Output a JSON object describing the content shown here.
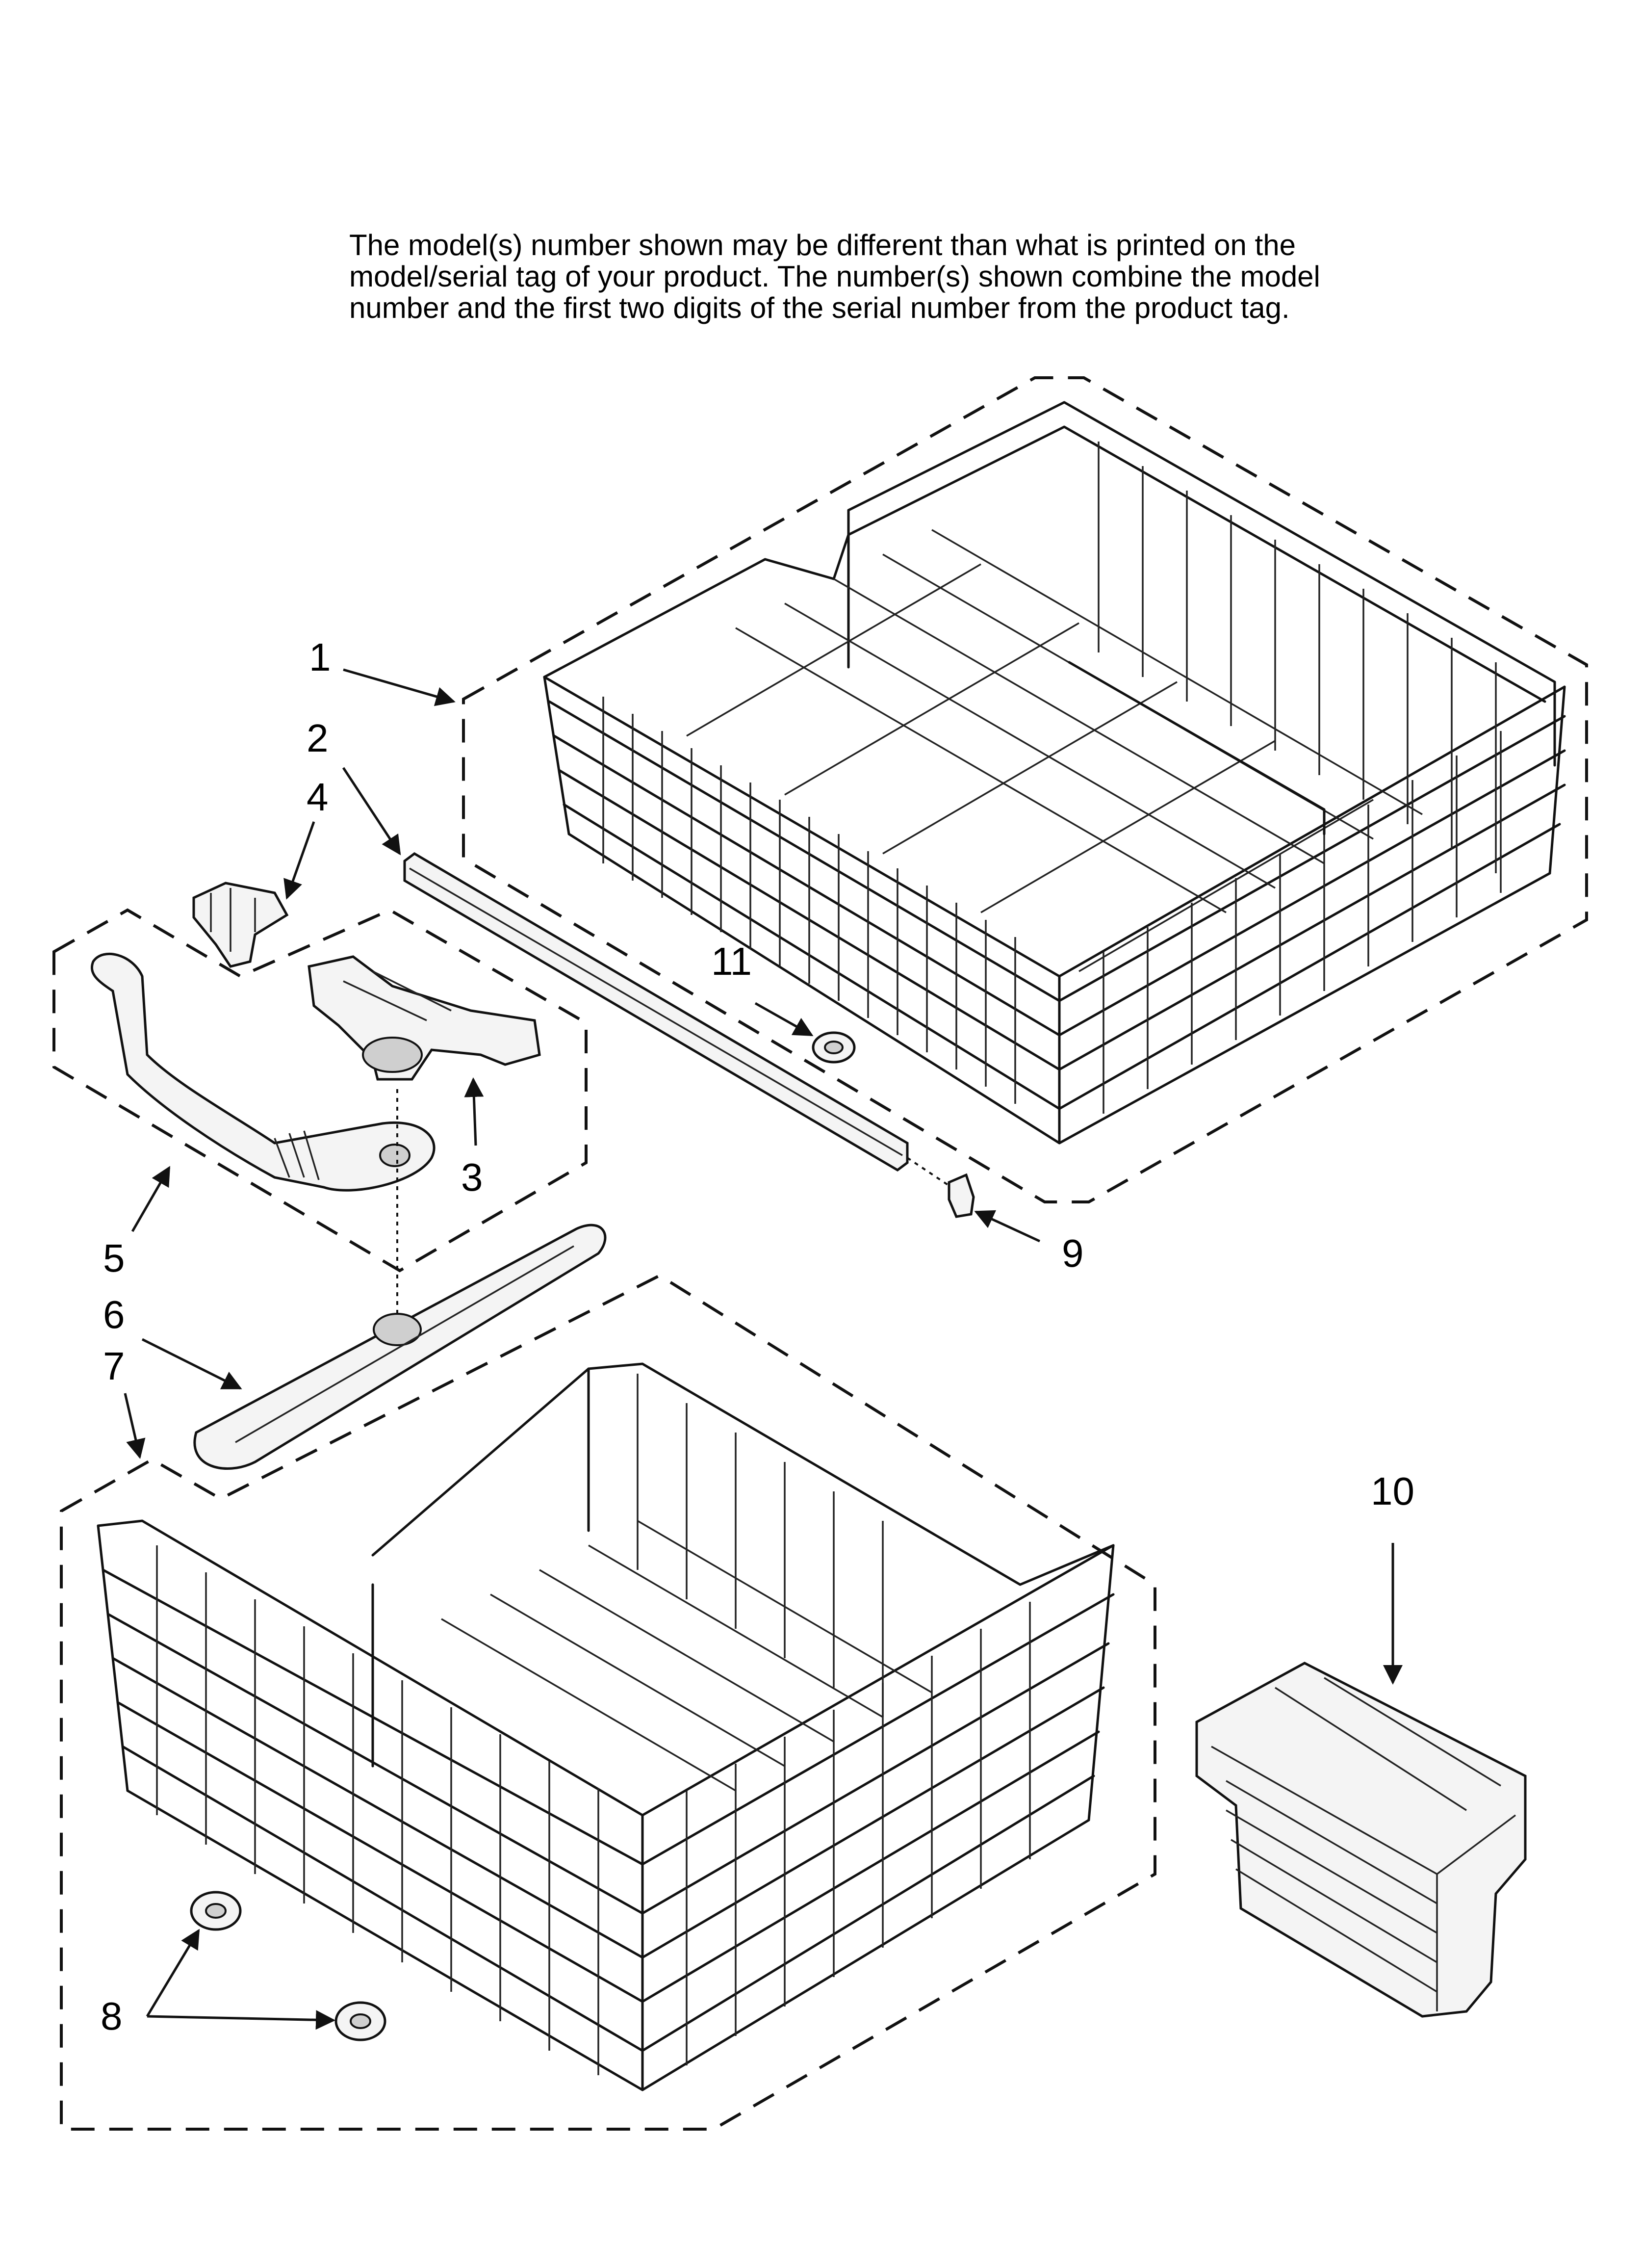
{
  "note": {
    "lines": [
      "The model(s) number shown may be different than what is printed on the",
      "model/serial tag of your product. The number(s) shown combine the model",
      "number and the first two digits of the serial number from the product tag."
    ]
  },
  "callouts": {
    "c1": "1",
    "c2": "2",
    "c3": "3",
    "c4": "4",
    "c5": "5",
    "c6": "6",
    "c7": "7",
    "c8": "8",
    "c9": "9",
    "c10": "10",
    "c11": "11"
  }
}
